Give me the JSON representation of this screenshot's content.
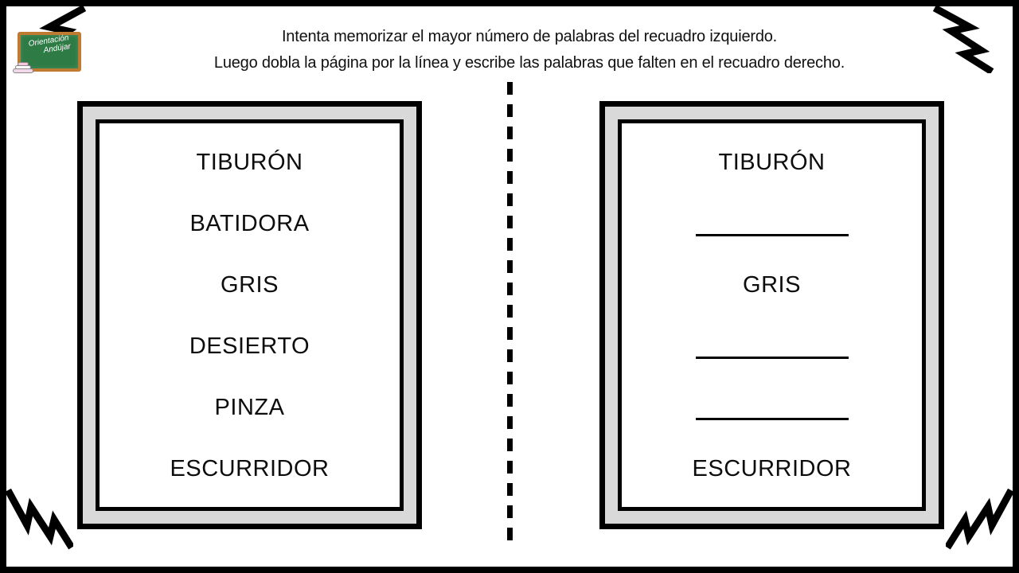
{
  "instructions": {
    "line1": "Intenta memorizar el mayor número de palabras del recuadro izquierdo.",
    "line2": "Luego dobla la página por la línea y escribe las palabras que falten en el recuadro derecho."
  },
  "logo": {
    "line1": "Orientación",
    "line2": "Andújar",
    "board_color": "#2e7b45",
    "frame_color": "#bf7b31"
  },
  "left_box": {
    "items": [
      {
        "type": "word",
        "text": "TIBURÓN"
      },
      {
        "type": "word",
        "text": "BATIDORA"
      },
      {
        "type": "word",
        "text": "GRIS"
      },
      {
        "type": "word",
        "text": "DESIERTO"
      },
      {
        "type": "word",
        "text": "PINZA"
      },
      {
        "type": "word",
        "text": "ESCURRIDOR"
      }
    ]
  },
  "right_box": {
    "items": [
      {
        "type": "word",
        "text": "TIBURÓN"
      },
      {
        "type": "blank"
      },
      {
        "type": "word",
        "text": "GRIS"
      },
      {
        "type": "blank"
      },
      {
        "type": "blank"
      },
      {
        "type": "word",
        "text": "ESCURRIDOR"
      }
    ]
  },
  "colors": {
    "frame": "#000000",
    "box_padding_gray": "#d9d9d9",
    "text": "#111111"
  }
}
